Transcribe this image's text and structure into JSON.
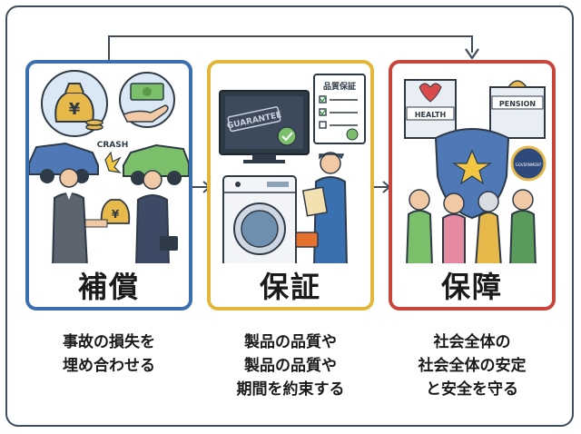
{
  "panels": [
    {
      "title": "補償",
      "crash_label": "CRASH",
      "desc_lines": [
        "事故の損失を",
        "埋め合わせる"
      ],
      "color": "#3a6fb0"
    },
    {
      "title": "保証",
      "guarantee_label": "GUARANTEE",
      "checklist_title": "品質保証",
      "desc_lines": [
        "製品の品質や",
        "製品の品質や",
        "期間を約束する"
      ],
      "color": "#e3b53a"
    },
    {
      "title": "保障",
      "health_label": "HEALTH",
      "pension_label": "PENSION",
      "seal_label": "GOVERNMENT",
      "desc_lines": [
        "社会全体の",
        "社会全体の安定",
        "と安全を守る"
      ],
      "color": "#c9453c"
    }
  ],
  "colors": {
    "frame": "#3d4d5c",
    "arrow": "#3d4d5c"
  }
}
